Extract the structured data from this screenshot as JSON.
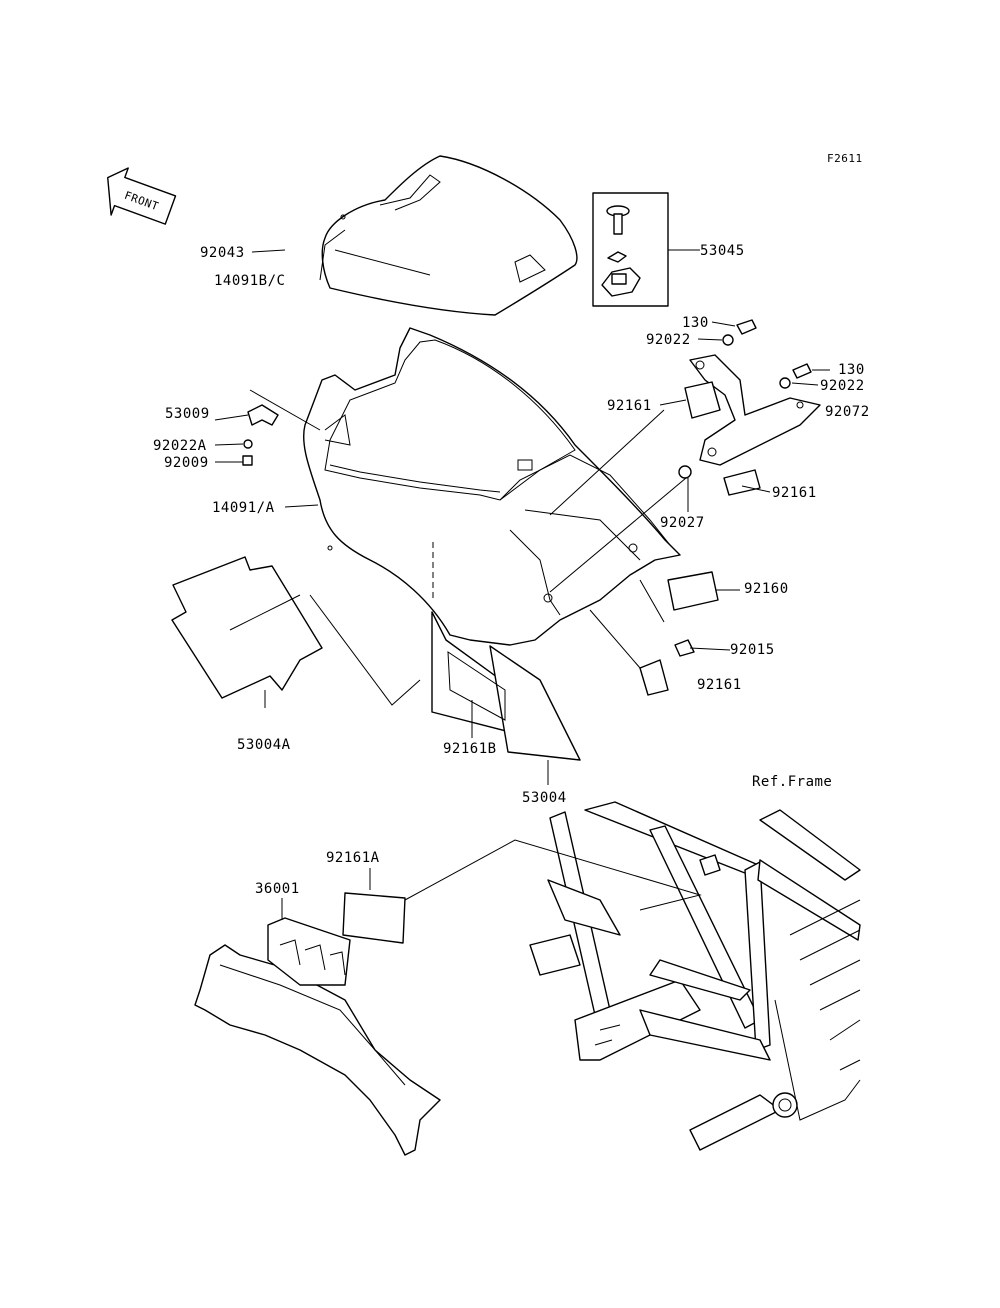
{
  "diagram": {
    "figure_code": "F2611",
    "front_arrow_label": "FRONT",
    "ref_frame_label": "Ref.Frame",
    "callouts": [
      {
        "id": "92043",
        "text": "92043"
      },
      {
        "id": "14091B_C",
        "text": "14091B/C"
      },
      {
        "id": "53045",
        "text": "53045"
      },
      {
        "id": "130_a",
        "text": "130"
      },
      {
        "id": "92022_a",
        "text": "92022"
      },
      {
        "id": "130_b",
        "text": "130"
      },
      {
        "id": "92022_b",
        "text": "92022"
      },
      {
        "id": "92072",
        "text": "92072"
      },
      {
        "id": "92161_a",
        "text": "92161"
      },
      {
        "id": "53009",
        "text": "53009"
      },
      {
        "id": "92022A",
        "text": "92022A"
      },
      {
        "id": "92009",
        "text": "92009"
      },
      {
        "id": "14091_A",
        "text": "14091/A"
      },
      {
        "id": "92027",
        "text": "92027"
      },
      {
        "id": "92161_b",
        "text": "92161"
      },
      {
        "id": "92160",
        "text": "92160"
      },
      {
        "id": "92015",
        "text": "92015"
      },
      {
        "id": "92161_c",
        "text": "92161"
      },
      {
        "id": "53004A",
        "text": "53004A"
      },
      {
        "id": "92161B",
        "text": "92161B"
      },
      {
        "id": "53004",
        "text": "53004"
      },
      {
        "id": "92161A",
        "text": "92161A"
      },
      {
        "id": "36001",
        "text": "36001"
      }
    ]
  }
}
